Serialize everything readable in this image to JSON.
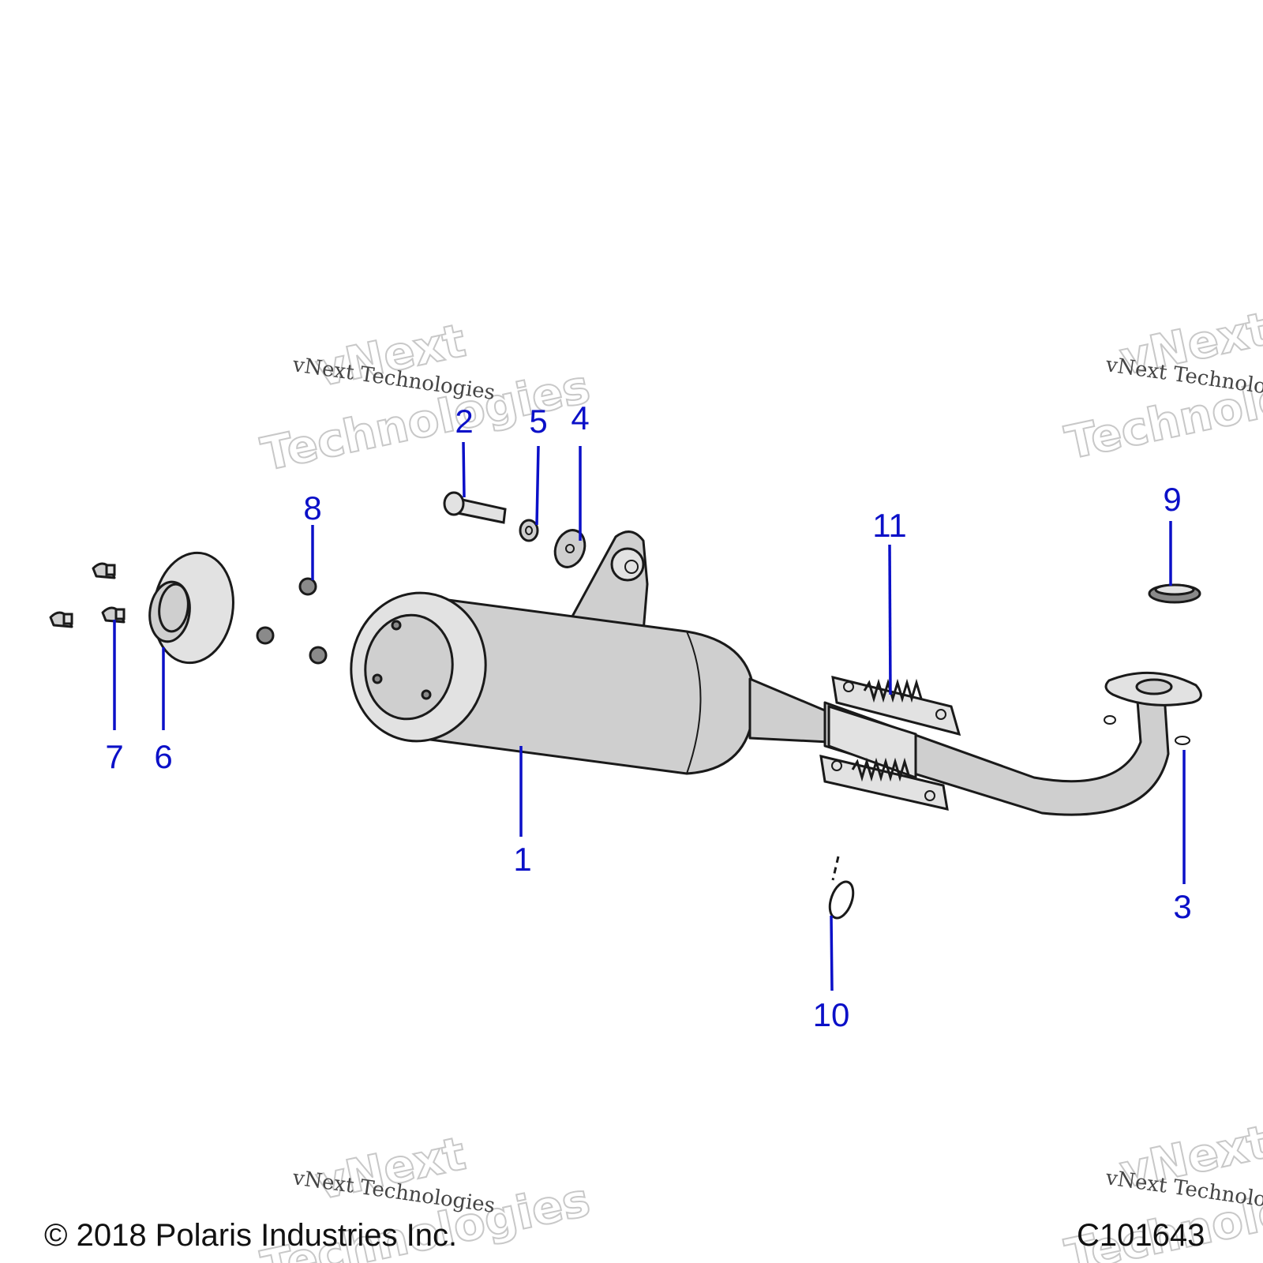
{
  "footer": {
    "copyright": "© 2018 Polaris Industries Inc.",
    "diagram_code": "C101643"
  },
  "watermark": {
    "line_small": "vNext Technologies",
    "line_big_1": "vNext",
    "line_big_2": "Technologies"
  },
  "callouts": [
    "1",
    "2",
    "3",
    "4",
    "5",
    "6",
    "7",
    "8",
    "9",
    "10",
    "11"
  ],
  "colors": {
    "callout_blue": "#0b10c8",
    "part_grey": "#cfcfcf",
    "outline": "#1a1a1a"
  }
}
